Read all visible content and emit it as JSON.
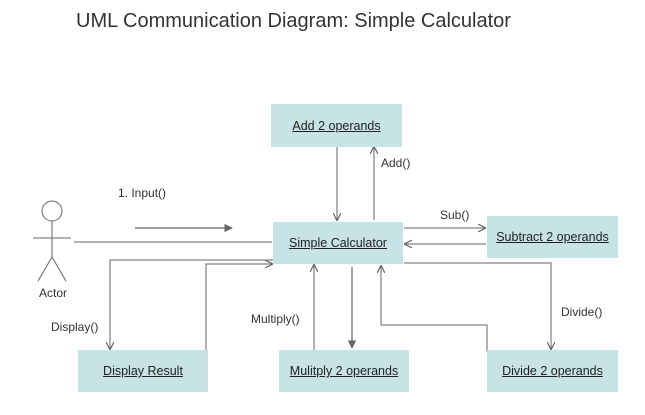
{
  "title": "UML Communication Diagram: Simple Calculator",
  "actor": {
    "label": "Actor"
  },
  "objects": {
    "simple_calculator": "Simple Calculator",
    "add": "Add 2 operands",
    "subtract": "Subtract 2 operands",
    "multiply": "Mulitply 2 operands",
    "divide": "Divide 2 operands",
    "display": "Display Result"
  },
  "messages": {
    "input": "1. Input()",
    "add": "Add()",
    "sub": "Sub()",
    "multiply": "Multiply()",
    "divide": "Divide()",
    "display": "Display()"
  },
  "colors": {
    "box_fill": "#c7e3e5",
    "line": "#666666",
    "text": "#333333"
  }
}
